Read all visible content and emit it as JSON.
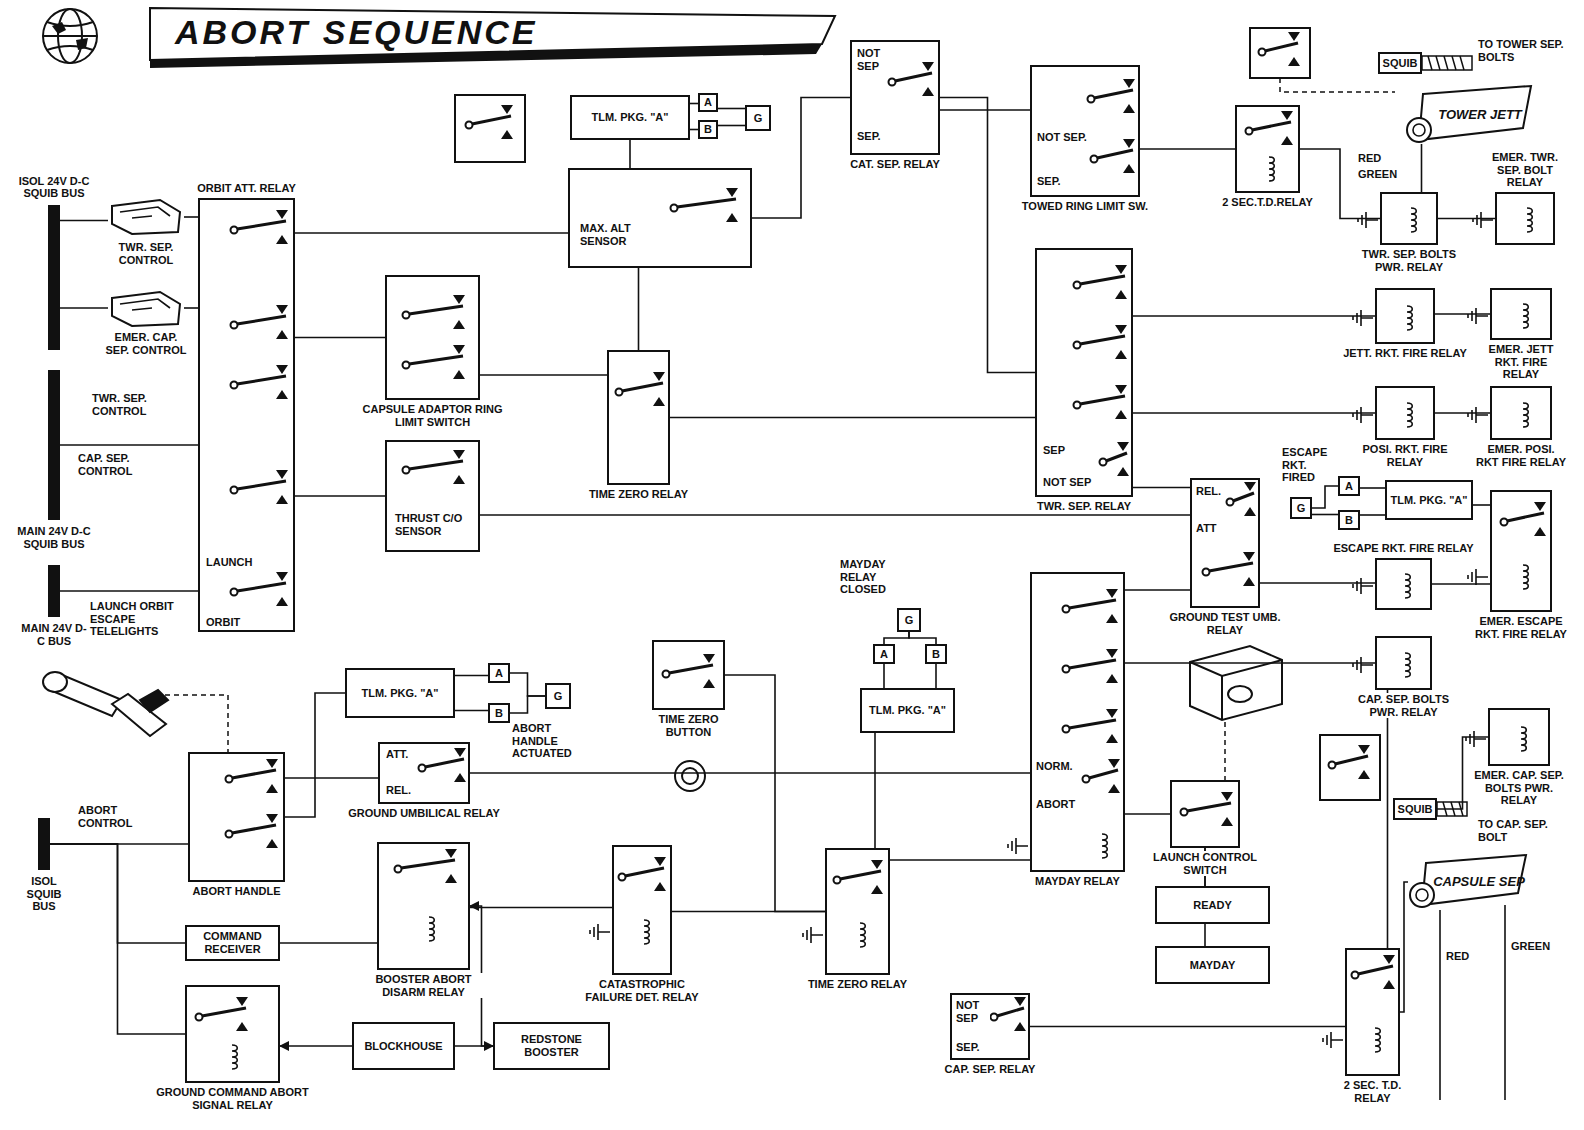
{
  "diagram": {
    "title": "ABORT SEQUENCE",
    "nodes": [
      {
        "text": [
          "ISOL 24V D-C SQUIB BUS"
        ]
      },
      {
        "text": [
          "TWR. SEP. CONTROL"
        ]
      },
      {
        "text": [
          "EMER. CAP. SEP. CONTROL"
        ]
      },
      {
        "text": [
          "MAIN 24V D-C SQUIB BUS"
        ]
      },
      {
        "text": [
          "MAIN 24V D-C BUS"
        ]
      },
      {
        "text": [
          "ORBIT ATT. RELAY",
          "LAUNCH",
          "ORBIT"
        ]
      },
      {
        "text": [
          "TLM. PKG. \"A\""
        ]
      },
      {
        "text": [
          "A"
        ]
      },
      {
        "text": [
          "B"
        ]
      },
      {
        "text": [
          "G"
        ]
      },
      {
        "text": [
          "MAX. ALT SENSOR"
        ]
      },
      {
        "text": [
          "CAPSULE ADAPTOR RING LIMIT SWITCH"
        ]
      },
      {
        "text": [
          "THRUST C/O SENSOR"
        ]
      },
      {
        "text": [
          "TIME ZERO RELAY"
        ]
      },
      {
        "text": [
          "NOT SEP",
          "SEP.",
          "CAT. SEP. RELAY"
        ]
      },
      {
        "text": [
          "NOT SEP.",
          "SEP.",
          "TOWED RING LIMIT SW."
        ]
      },
      {
        "text": [
          "SEP",
          "NOT SEP",
          "TWR. SEP. RELAY"
        ]
      },
      {
        "text": [
          "2 SEC.T.D.RELAY"
        ]
      },
      {
        "text": [
          "SQUIB"
        ]
      },
      {
        "text": [
          "TOWER JETT"
        ]
      },
      {
        "text": [
          "EMER. TWR. SEP. BOLT RELAY"
        ]
      },
      {
        "text": [
          "TWR. SEP. BOLTS PWR. RELAY"
        ]
      },
      {
        "text": [
          "JETT. RKT. FIRE RELAY"
        ]
      },
      {
        "text": [
          "EMER. JETT RKT. FIRE RELAY"
        ]
      },
      {
        "text": [
          "POSI. RKT. FIRE RELAY"
        ]
      },
      {
        "text": [
          "EMER. POSI. RKT FIRE RELAY"
        ]
      },
      {
        "text": [
          "G"
        ]
      },
      {
        "text": [
          "A"
        ]
      },
      {
        "text": [
          "B"
        ]
      },
      {
        "text": [
          "TLM. PKG. \"A\""
        ]
      },
      {
        "text": [
          "ESCAPE RKT. FIRE RELAY"
        ]
      },
      {
        "text": [
          "EMER. ESCAPE RKT. FIRE RELAY"
        ]
      },
      {
        "text": [
          "REL.",
          "ATT",
          "GROUND TEST UMB. RELAY"
        ]
      },
      {
        "text": [
          "G"
        ]
      },
      {
        "text": [
          "A"
        ]
      },
      {
        "text": [
          "B"
        ]
      },
      {
        "text": [
          "TLM. PKG. \"A\""
        ]
      },
      {
        "text": [
          "NORM.",
          "ABORT",
          "MAYDAY RELAY"
        ]
      },
      {
        "text": [
          "CAP. SEP. BOLTS PWR. RELAY"
        ]
      },
      {
        "text": [
          "EMER. CAP. SEP. BOLTS PWR. RELAY"
        ]
      },
      {
        "text": [
          "SQUIB"
        ]
      },
      {
        "text": [
          "CAPSULE SEP"
        ]
      },
      {
        "text": [
          "LAUNCH CONTROL SWITCH"
        ]
      },
      {
        "text": [
          "READY"
        ]
      },
      {
        "text": [
          "MAYDAY"
        ]
      },
      {
        "text": [
          "2 SEC. T.D. RELAY"
        ]
      },
      {
        "text": [
          "NOT SEP",
          "SEP.",
          "CAP. SEP. RELAY"
        ]
      },
      {
        "text": [
          "TIME ZERO RELAY"
        ]
      },
      {
        "text": [
          "CATASTROPHIC FAILURE DET. RELAY"
        ]
      },
      {
        "text": [
          "BOOSTER ABORT DISARM RELAY"
        ]
      },
      {
        "text": [
          "ATT.",
          "REL.",
          "GROUND UMBILICAL RELAY"
        ]
      },
      {
        "text": [
          "ABORT HANDLE"
        ]
      },
      {
        "text": [
          "TLM. PKG. \"A\""
        ]
      },
      {
        "text": [
          "A"
        ]
      },
      {
        "text": [
          "B"
        ]
      },
      {
        "text": [
          "G"
        ]
      },
      {
        "text": [
          "TIME ZERO BUTTON"
        ]
      },
      {
        "text": [
          "ISOL SQUIB BUS"
        ]
      },
      {
        "text": [
          "COMMAND RECEIVER"
        ]
      },
      {
        "text": [
          "GROUND COMMAND ABORT SIGNAL RELAY"
        ]
      },
      {
        "text": [
          "BLOCKHOUSE"
        ]
      },
      {
        "text": [
          "REDSTONE BOOSTER"
        ]
      }
    ],
    "edges": [
      {
        "from": 0,
        "to": 1,
        "arrow": "none"
      },
      {
        "from": 0,
        "to": 2,
        "arrow": "none"
      },
      {
        "from": 1,
        "to": 5,
        "arrow": "none"
      },
      {
        "from": 2,
        "to": 5,
        "arrow": "none"
      },
      {
        "from": 3,
        "to": 5,
        "arrow": "none"
      },
      {
        "from": 4,
        "to": 5,
        "arrow": "none"
      },
      {
        "from": 5,
        "to": 11,
        "arrow": "none"
      },
      {
        "from": 5,
        "to": 10,
        "arrow": "none"
      },
      {
        "from": 5,
        "to": 12,
        "arrow": "none"
      },
      {
        "from": 11,
        "to": 13,
        "arrow": "none"
      },
      {
        "from": 10,
        "to": 13,
        "arrow": "none"
      },
      {
        "from": 6,
        "to": 7,
        "arrow": "none"
      },
      {
        "from": 6,
        "to": 8,
        "arrow": "none"
      },
      {
        "from": 7,
        "to": 9,
        "arrow": "none"
      },
      {
        "from": 8,
        "to": 9,
        "arrow": "none"
      },
      {
        "from": 6,
        "to": 10,
        "arrow": "none"
      },
      {
        "from": 12,
        "to": 32,
        "arrow": "none"
      },
      {
        "from": 13,
        "to": 16,
        "arrow": "none"
      },
      {
        "from": 14,
        "to": 15,
        "arrow": "none"
      },
      {
        "from": 15,
        "to": 17,
        "arrow": "none"
      },
      {
        "from": 17,
        "to": 21,
        "arrow": "none"
      },
      {
        "from": 19,
        "to": 21,
        "arrow": "none"
      },
      {
        "from": 21,
        "to": 20,
        "arrow": "none"
      },
      {
        "from": 16,
        "to": 22,
        "arrow": "none"
      },
      {
        "from": 22,
        "to": 23,
        "arrow": "none"
      },
      {
        "from": 16,
        "to": 24,
        "arrow": "none"
      },
      {
        "from": 24,
        "to": 25,
        "arrow": "none"
      },
      {
        "from": 16,
        "to": 32,
        "arrow": "none"
      },
      {
        "from": 26,
        "to": 27,
        "arrow": "none"
      },
      {
        "from": 26,
        "to": 28,
        "arrow": "none"
      },
      {
        "from": 27,
        "to": 29,
        "arrow": "none"
      },
      {
        "from": 28,
        "to": 29,
        "arrow": "none"
      },
      {
        "from": 29,
        "to": 31,
        "arrow": "none"
      },
      {
        "from": 30,
        "to": 31,
        "arrow": "none"
      },
      {
        "from": 32,
        "to": 30,
        "arrow": "none"
      },
      {
        "from": 37,
        "to": 32,
        "arrow": "none"
      },
      {
        "from": 33,
        "to": 34,
        "arrow": "none"
      },
      {
        "from": 33,
        "to": 35,
        "arrow": "none"
      },
      {
        "from": 34,
        "to": 36,
        "arrow": "none"
      },
      {
        "from": 35,
        "to": 36,
        "arrow": "none"
      },
      {
        "from": 36,
        "to": 47,
        "arrow": "none"
      },
      {
        "from": 37,
        "to": 42,
        "arrow": "none"
      },
      {
        "from": 42,
        "to": 43,
        "arrow": "none"
      },
      {
        "from": 42,
        "to": 44,
        "arrow": "none"
      },
      {
        "from": 37,
        "to": 38,
        "arrow": "none"
      },
      {
        "from": 38,
        "to": 45,
        "arrow": "none"
      },
      {
        "from": 45,
        "to": 41,
        "arrow": "none"
      },
      {
        "from": 46,
        "to": 45,
        "arrow": "none"
      },
      {
        "from": 47,
        "to": 37,
        "arrow": "none"
      },
      {
        "from": 48,
        "to": 47,
        "arrow": "none"
      },
      {
        "from": 49,
        "to": 48,
        "arrow": "none"
      },
      {
        "from": 50,
        "to": 37,
        "arrow": "none"
      },
      {
        "from": 51,
        "to": 50,
        "arrow": "none"
      },
      {
        "from": 51,
        "to": 52,
        "arrow": "none"
      },
      {
        "from": 52,
        "to": 53,
        "arrow": "none"
      },
      {
        "from": 52,
        "to": 54,
        "arrow": "none"
      },
      {
        "from": 53,
        "to": 55,
        "arrow": "none"
      },
      {
        "from": 54,
        "to": 55,
        "arrow": "none"
      },
      {
        "from": 57,
        "to": 51,
        "arrow": "none"
      },
      {
        "from": 57,
        "to": 58,
        "arrow": "none"
      },
      {
        "from": 57,
        "to": 59,
        "arrow": "none"
      },
      {
        "from": 58,
        "to": 49,
        "arrow": "none"
      },
      {
        "from": 60,
        "to": 59,
        "arrow": "to"
      },
      {
        "from": 60,
        "to": 61,
        "arrow": "to"
      },
      {
        "from": 61,
        "to": 49,
        "arrow": "to"
      },
      {
        "from": 56,
        "to": 47,
        "arrow": "none"
      },
      {
        "from": 14,
        "to": 16,
        "arrow": "none"
      },
      {
        "from": 10,
        "to": 14,
        "arrow": "none"
      },
      {
        "from": 39,
        "to": 40,
        "arrow": "none"
      }
    ],
    "labels": [
      "TWR. SEP. CONTROL",
      "CAP. SEP. CONTROL",
      "LAUNCH ORBIT ESCAPE TELELIGHTS",
      "TO TOWER SEP. BOLTS",
      "RED",
      "GREEN",
      "ESCAPE RKT. FIRED",
      "MAYDAY RELAY CLOSED",
      "TO CAP. SEP. BOLT",
      "RED",
      "GREEN",
      "ABORT HANDLE ACTUATED",
      "ABORT CONTROL"
    ]
  }
}
